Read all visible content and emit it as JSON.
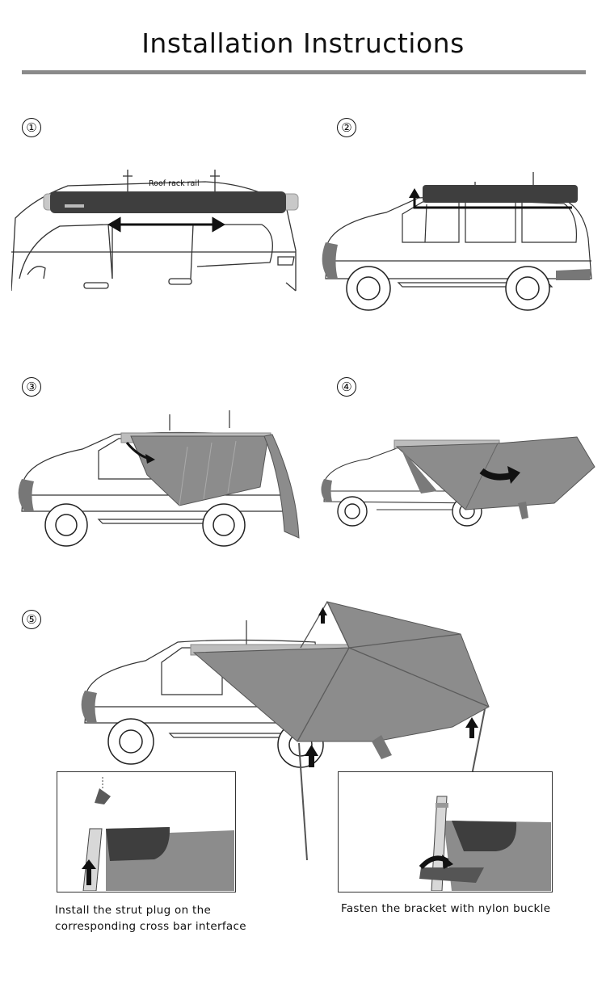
{
  "header": {
    "title": "Installation Instructions"
  },
  "steps": [
    {
      "num": "①",
      "label": "Roof rack rail"
    },
    {
      "num": "②"
    },
    {
      "num": "③"
    },
    {
      "num": "④"
    },
    {
      "num": "⑤"
    }
  ],
  "details": [
    {
      "caption_line1": "Install the strut plug on the",
      "caption_line2": "corresponding cross bar interface"
    },
    {
      "caption_line1": "Fasten the bracket with nylon buckle"
    }
  ],
  "colors": {
    "awning": "#8c8c8c",
    "bag": "#3e3e3e",
    "rule": "#8a8a8a",
    "outline": "#222222"
  }
}
